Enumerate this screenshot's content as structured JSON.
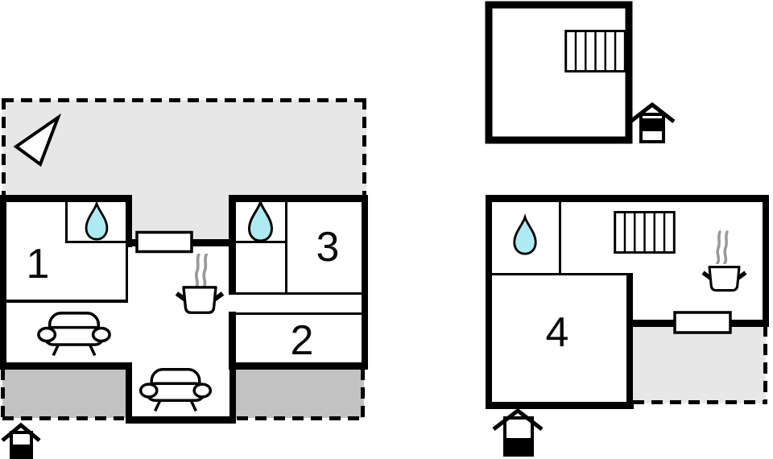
{
  "plan_type": "vacation-home-floor-plan",
  "colors": {
    "wall": "#000000",
    "background": "#ffffff",
    "terrace_light": "#e7e7e7",
    "terrace_dark": "#c2c2c2",
    "water_drop_fill": "#aeeaf2",
    "steam": "#999999",
    "label": "#0a0a0a"
  },
  "main_floor": {
    "room_labels": [
      "1",
      "2",
      "3"
    ]
  },
  "annex_floor": {
    "room_labels": [
      "4"
    ]
  },
  "icons": {
    "north_arrow": "north-arrow",
    "entrance": "house-entrance-icon",
    "bathroom": "water-drop-icon",
    "heater": "radiator-icon",
    "stove": "stove-pot-icon",
    "steam": "steam-icon",
    "seating": "sofa-icon",
    "window": "window-marker"
  }
}
